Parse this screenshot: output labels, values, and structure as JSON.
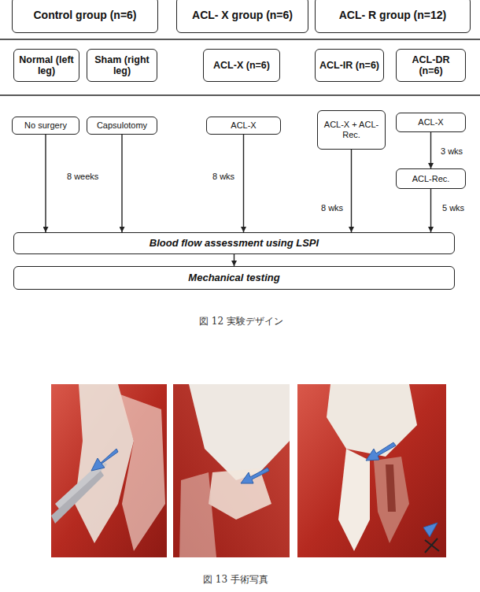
{
  "diagram": {
    "caption": "図 12 実験デザイン",
    "nodes": [
      {
        "text": [
          "Control group (n=6)"
        ]
      },
      {
        "text": [
          "ACL- X group (n=6)"
        ]
      },
      {
        "text": [
          "ACL- R group (n=12)"
        ]
      },
      {
        "text": [
          "Normal (left leg)"
        ]
      },
      {
        "text": [
          "Sham (right leg)"
        ]
      },
      {
        "text": [
          "ACL-X (n=6)"
        ]
      },
      {
        "text": [
          "ACL-IR (n=6)"
        ]
      },
      {
        "text": [
          "ACL-DR (n=6)"
        ]
      },
      {
        "text": [
          "No surgery"
        ]
      },
      {
        "text": [
          "Capsulotomy"
        ]
      },
      {
        "text": [
          "ACL-X"
        ]
      },
      {
        "text": [
          "ACL-X + ACL-Rec."
        ]
      },
      {
        "text": [
          "ACL-X"
        ]
      },
      {
        "text": [
          "ACL-Rec."
        ]
      },
      {
        "text": [
          "Blood flow assessment using LSPI"
        ]
      },
      {
        "text": [
          "Mechanical testing"
        ]
      }
    ],
    "edges": [
      {
        "from": 8,
        "to": 14,
        "arrow": "to",
        "label": "8 weeks"
      },
      {
        "from": 9,
        "to": 14,
        "arrow": "to"
      },
      {
        "from": 10,
        "to": 14,
        "arrow": "to",
        "label": "8 wks"
      },
      {
        "from": 11,
        "to": 14,
        "arrow": "to",
        "label": "8 wks"
      },
      {
        "from": 12,
        "to": 13,
        "arrow": "to",
        "label": "3 wks"
      },
      {
        "from": 13,
        "to": 14,
        "arrow": "to",
        "label": "5 wks"
      },
      {
        "from": 14,
        "to": 15,
        "arrow": "to"
      }
    ],
    "labels": [
      "図 13 手術写真"
    ]
  }
}
